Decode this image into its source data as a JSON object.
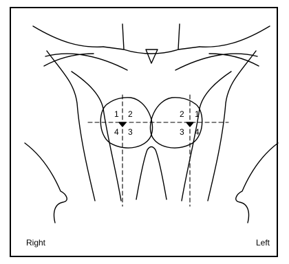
{
  "labels": {
    "right": "Right",
    "left": "Left"
  },
  "quadrants": {
    "right_breast": [
      "1",
      "2",
      "4",
      "3"
    ],
    "left_breast": [
      "2",
      "1",
      "3",
      "4"
    ]
  }
}
